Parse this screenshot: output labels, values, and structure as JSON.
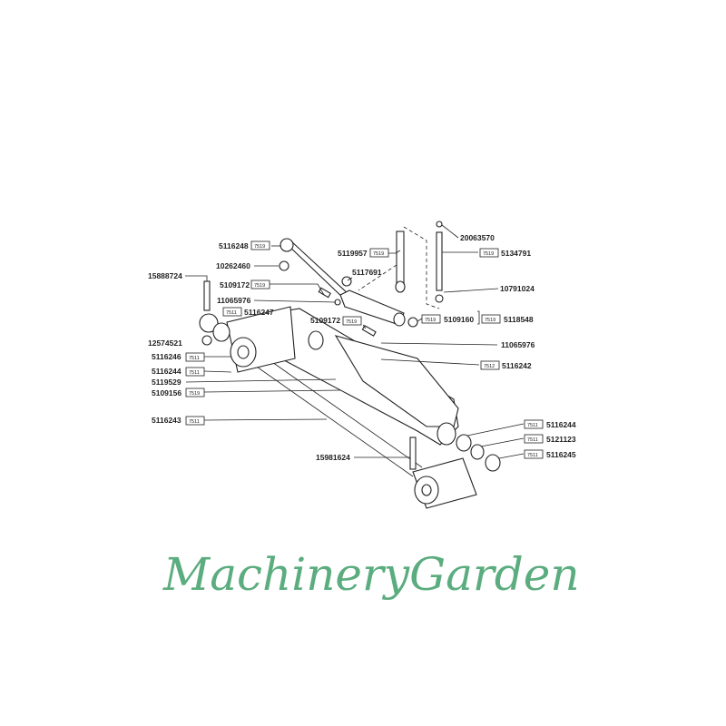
{
  "watermark": "MachineryGarden",
  "labels": [
    {
      "part": "5116248",
      "code": "7519"
    },
    {
      "part": "10262460"
    },
    {
      "part": "15888724"
    },
    {
      "part": "5109172",
      "code": "7519"
    },
    {
      "part": "11065976"
    },
    {
      "part": "5117691"
    },
    {
      "part": "5119957",
      "code": "7519"
    },
    {
      "part": "20063570"
    },
    {
      "part": "5134791",
      "code": "7519"
    },
    {
      "part": "10791024"
    },
    {
      "part": "5109160",
      "code": "7519"
    },
    {
      "part": "5118548",
      "code": "7519"
    },
    {
      "part": "5116247",
      "code": "7511"
    },
    {
      "part": "5109172",
      "code": "7519"
    },
    {
      "part": "12574521"
    },
    {
      "part": "11065976"
    },
    {
      "part": "5116246",
      "code": "7511"
    },
    {
      "part": "5116244",
      "code": "7511"
    },
    {
      "part": "5116242",
      "code": "7512"
    },
    {
      "part": "5119529"
    },
    {
      "part": "5109156",
      "code": "7519"
    },
    {
      "part": "5116243",
      "code": "7511"
    },
    {
      "part": "5116244",
      "code": "7511"
    },
    {
      "part": "5121123",
      "code": "7511"
    },
    {
      "part": "5116245",
      "code": "7511"
    },
    {
      "part": "15981624"
    }
  ]
}
